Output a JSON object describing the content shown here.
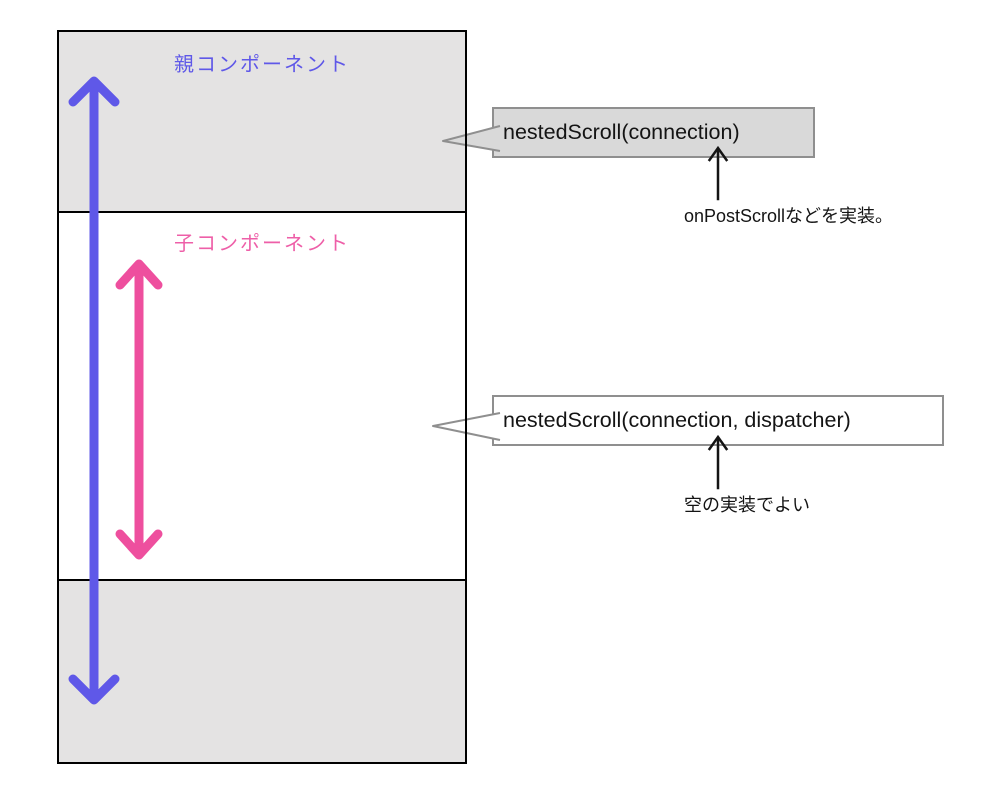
{
  "stack": {
    "parent_label": "親コンポーネント",
    "child_label": "子コンポーネント"
  },
  "callout_top": {
    "label": "nestedScroll(connection)",
    "note": "onPostScrollなどを実装。"
  },
  "callout_bottom": {
    "label": "nestedScroll(connection, dispatcher)",
    "note": "空の実装でよい"
  },
  "colors": {
    "parent_accent": "#5f58e8",
    "child_accent": "#ee4f9e",
    "section_gray": "#e4e3e3",
    "callout_gray": "#d9d9d9",
    "callout_border": "#8f8f8f",
    "outline_black": "#000000",
    "pointer_black": "#141414"
  }
}
